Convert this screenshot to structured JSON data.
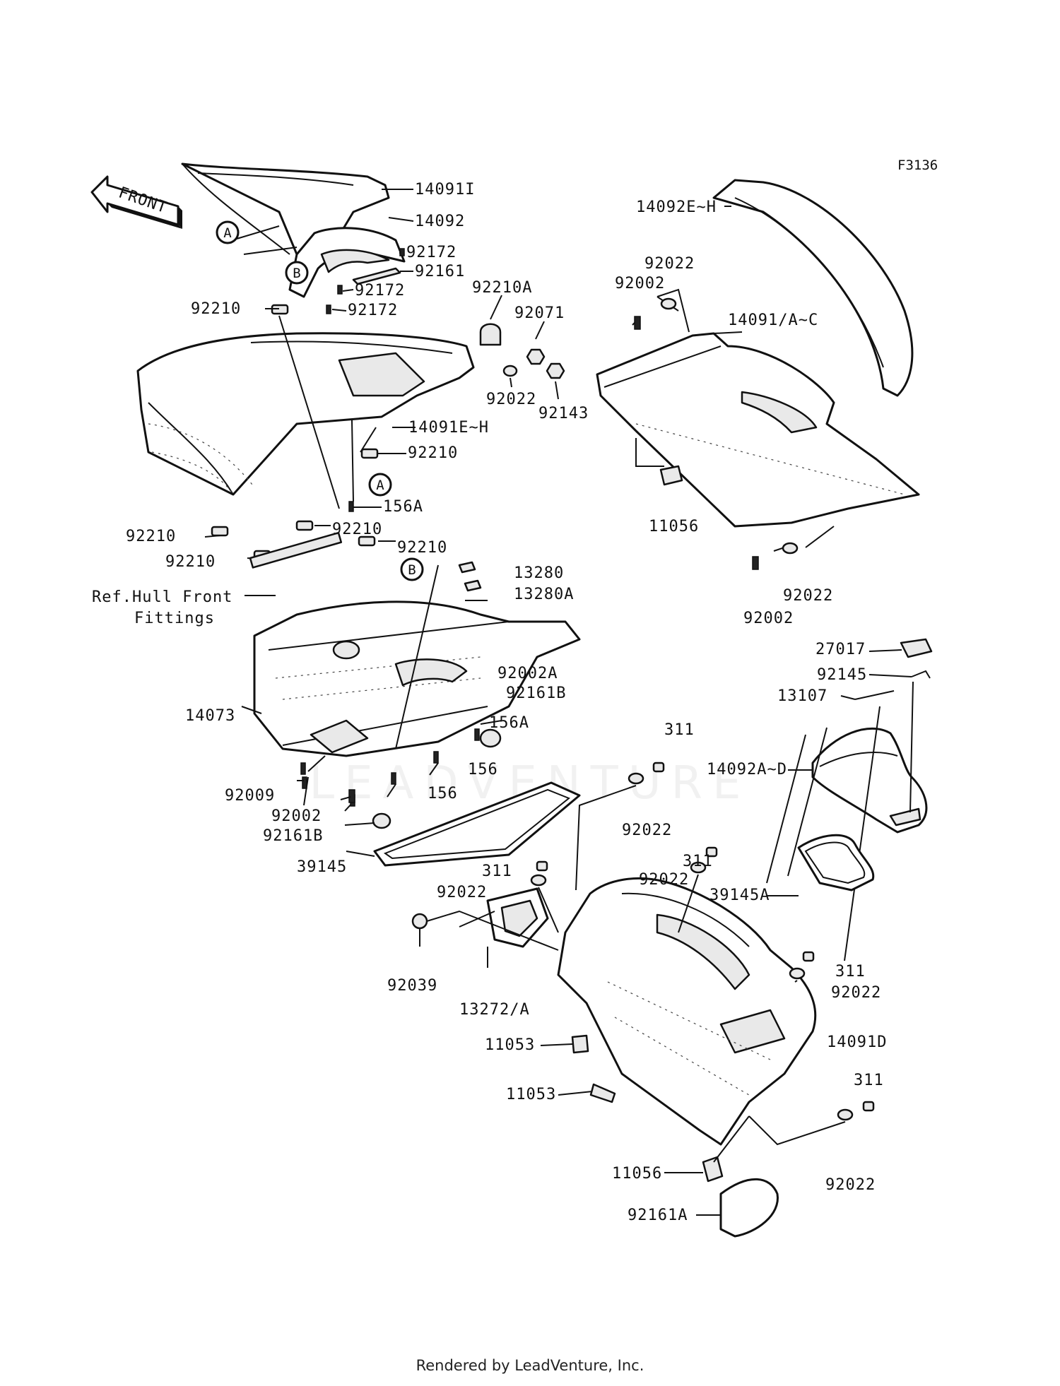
{
  "figure_id": "F3136",
  "front_label": "FRONT",
  "reference_note": [
    "Ref.Hull Front",
    "Fittings"
  ],
  "watermark": "LEADVENTURE",
  "footer": "Rendered by LeadVenture, Inc.",
  "callouts": [
    "A",
    "B",
    "A",
    "B"
  ],
  "labels": [
    "14091I",
    "14092",
    "92172",
    "92161",
    "92172",
    "92172",
    "92210",
    "14091E~H",
    "92210",
    "156A",
    "92210",
    "92210",
    "92210",
    "92210",
    "92210A",
    "92071",
    "92022",
    "92143",
    "14092E~H",
    "92022",
    "92002",
    "14091/A~C",
    "11056",
    "92002",
    "92022",
    "13280",
    "13280A",
    "92002A",
    "92161B",
    "156A",
    "156",
    "156",
    "14073",
    "92009",
    "92002",
    "92161B",
    "39145",
    "311",
    "92022",
    "311",
    "92022",
    "311",
    "92022",
    "27017",
    "92145",
    "13107",
    "14092A~D",
    "39145A",
    "311",
    "92022",
    "14091D",
    "311",
    "92022",
    "92039",
    "13272/A",
    "11053",
    "11053",
    "11056",
    "92161A"
  ]
}
